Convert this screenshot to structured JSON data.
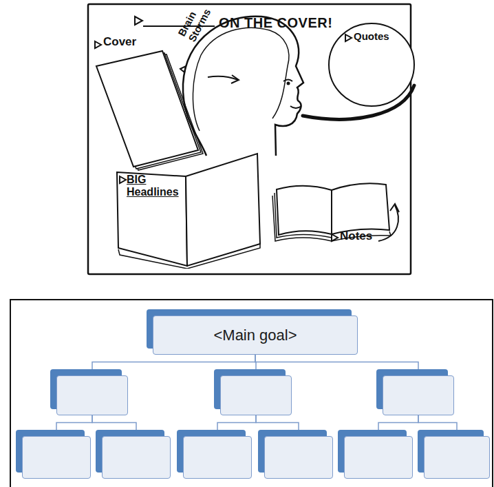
{
  "diagram": {
    "title": "ON THE COVER!",
    "nodes": [
      {
        "text": [
          "Quotes"
        ]
      },
      {
        "text": [
          "BIG Headlines"
        ]
      },
      {
        "text": [
          "<Main goal>"
        ]
      },
      {
        "text": []
      },
      {
        "text": []
      },
      {
        "text": []
      },
      {
        "text": []
      },
      {
        "text": []
      },
      {
        "text": []
      },
      {
        "text": []
      },
      {
        "text": []
      },
      {
        "text": []
      }
    ],
    "edges": [
      {
        "from": 2,
        "to": 3,
        "arrow": "none"
      },
      {
        "from": 2,
        "to": 4,
        "arrow": "none"
      },
      {
        "from": 2,
        "to": 5,
        "arrow": "none"
      },
      {
        "from": 3,
        "to": 6,
        "arrow": "none"
      },
      {
        "from": 3,
        "to": 7,
        "arrow": "none"
      },
      {
        "from": 4,
        "to": 8,
        "arrow": "none"
      },
      {
        "from": 4,
        "to": 9,
        "arrow": "none"
      },
      {
        "from": 5,
        "to": 10,
        "arrow": "none"
      },
      {
        "from": 5,
        "to": 11,
        "arrow": "none"
      }
    ],
    "labels": [
      "Cover",
      "Brain Storms",
      "Notes"
    ]
  }
}
